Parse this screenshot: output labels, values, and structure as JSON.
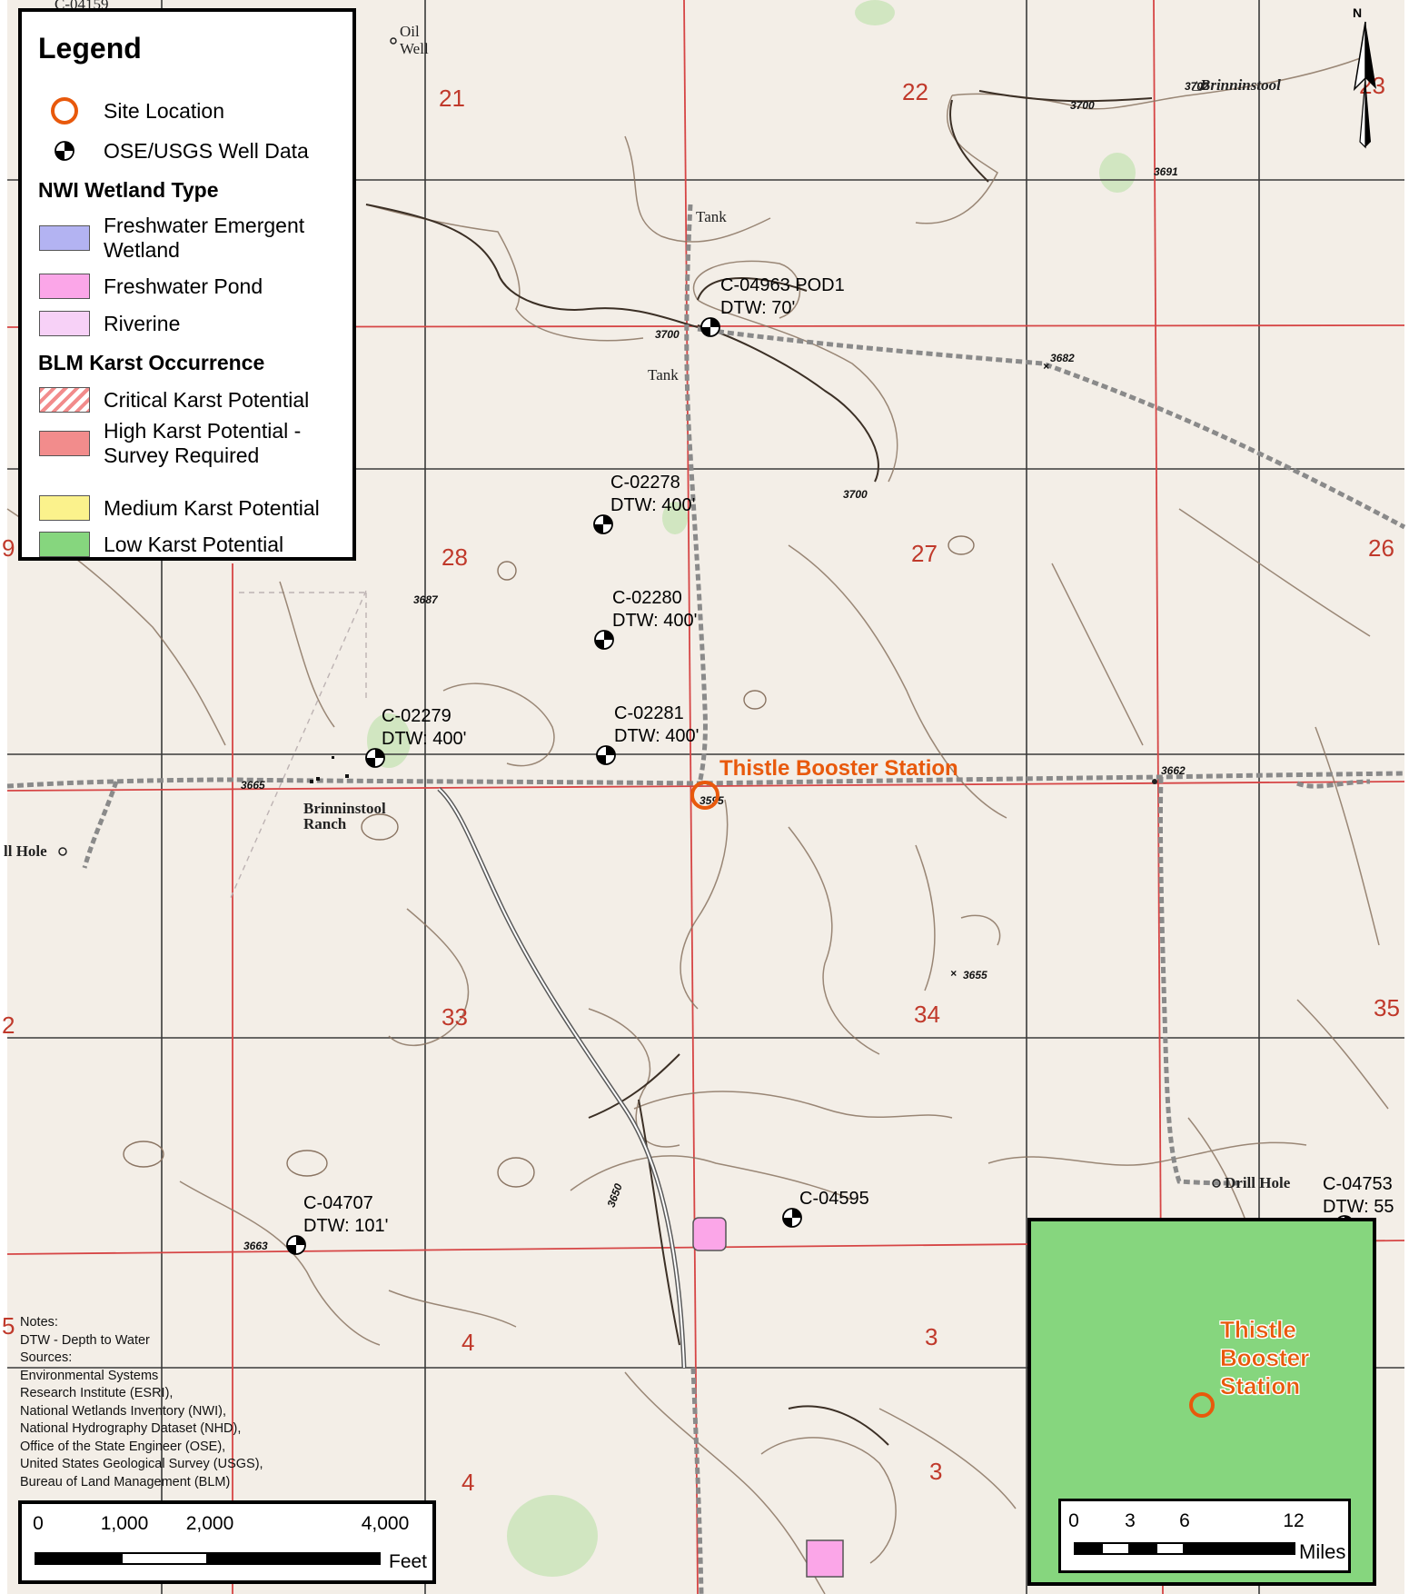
{
  "legend": {
    "title": "Legend",
    "items": [
      {
        "label": "Site Location",
        "icon": "site-location-circle-icon"
      },
      {
        "label": "OSE/USGS Well Data",
        "icon": "well-symbol-icon"
      }
    ],
    "nwi": {
      "heading": "NWI Wetland Type",
      "items": [
        {
          "label_lines": [
            "Freshwater Emergent",
            "Wetland"
          ],
          "color": "#b3b3f2"
        },
        {
          "label_lines": [
            "Freshwater Pond"
          ],
          "color": "#fba6e8"
        },
        {
          "label_lines": [
            "Riverine"
          ],
          "color": "#f7d1f7"
        }
      ]
    },
    "karst": {
      "heading": "BLM Karst Occurrence",
      "items": [
        {
          "label_lines": [
            "Critical Karst Potential"
          ],
          "color": "#f28c8c",
          "hatched": true
        },
        {
          "label_lines": [
            "High Karst Potential -",
            "Survey Required"
          ],
          "color": "#f28c8c"
        },
        {
          "label_lines": [
            "Medium Karst Potential"
          ],
          "color": "#fbf28c"
        },
        {
          "label_lines": [
            "Low Karst Potential"
          ],
          "color": "#86d67e"
        }
      ]
    }
  },
  "site": {
    "name": "Thistle Booster Station",
    "color": "#e8590c"
  },
  "wells": [
    {
      "id": "C-04963 POD1",
      "dtw": "DTW: 70'"
    },
    {
      "id": "C-02278",
      "dtw": "DTW: 400'"
    },
    {
      "id": "C-02280",
      "dtw": "DTW: 400'"
    },
    {
      "id": "C-02281",
      "dtw": "DTW: 400'"
    },
    {
      "id": "C-02279",
      "dtw": "DTW: 400'"
    },
    {
      "id": "C-04707",
      "dtw": "DTW: 101'"
    },
    {
      "id": "C-04595",
      "dtw": ""
    },
    {
      "id": "C-04753",
      "dtw": "DTW: 55"
    }
  ],
  "sections": [
    "21",
    "22",
    "23",
    "28",
    "27",
    "26",
    "33",
    "34",
    "35",
    "4",
    "3",
    "4",
    "3",
    "2",
    "9",
    "5"
  ],
  "elevations": [
    "3702",
    "3700",
    "3691",
    "3700",
    "3682",
    "3700",
    "3687",
    "3665",
    "3662",
    "3655",
    "3663",
    "3650",
    "3595"
  ],
  "topo_labels": {
    "oil_well": [
      "Oil",
      "Well"
    ],
    "brinninstool": "Brinninstool",
    "tank_1": "Tank",
    "tank_2": "Tank",
    "ranch": [
      "Brinninstool",
      "Ranch"
    ],
    "hole": "ll Hole",
    "drill_hole": "Drill Hole",
    "top_cut_label": "C-04159"
  },
  "notes": {
    "lines": [
      "Notes:",
      "DTW - Depth to Water",
      "Sources:",
      "Environmental Systems",
      "Research Institute (ESRI),",
      "National Wetlands Inventory (NWI),",
      "National Hydrography Dataset (NHD),",
      "Office of the State Engineer (OSE),",
      "United States Geological Survey (USGS),",
      "Bureau of Land Management (BLM)"
    ]
  },
  "scalebar": {
    "ticks": [
      "0",
      "1,000",
      "2,000",
      "4,000"
    ],
    "unit": "Feet"
  },
  "inset": {
    "label_lines": [
      "Thistle",
      "Booster",
      "Station"
    ],
    "fill_color": "#86d67e",
    "scalebar": {
      "ticks": [
        "0",
        "3",
        "6",
        "12"
      ],
      "unit": "Miles"
    }
  },
  "north": {
    "letter": "N"
  }
}
